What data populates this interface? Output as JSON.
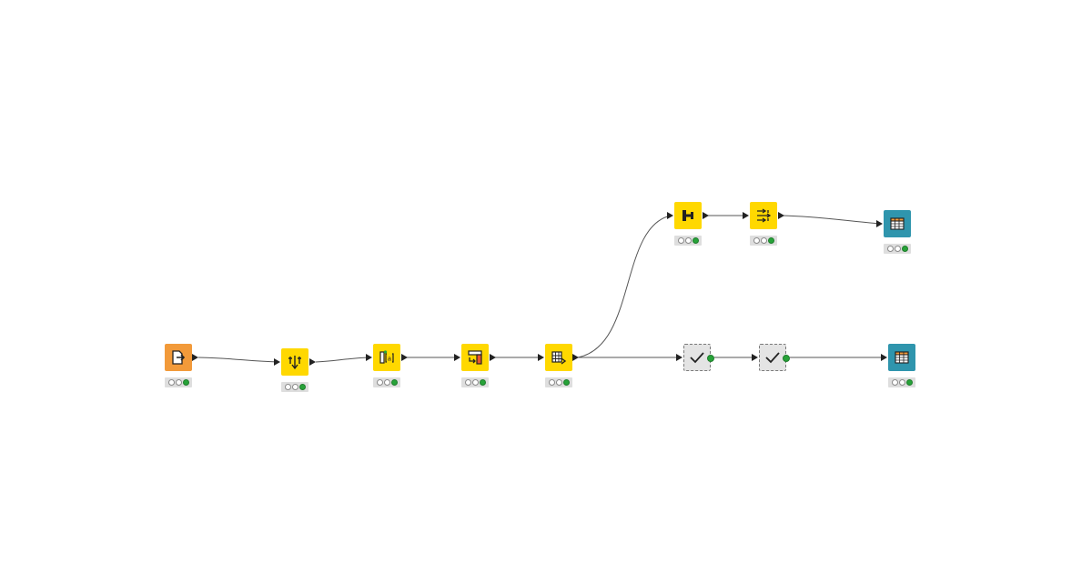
{
  "colors": {
    "source": "#f29a3a",
    "manipulator": "#ffd800",
    "visualizer": "#2f95ad",
    "metanode": "#e4e4e4",
    "status_green": "#27a339",
    "connection": "#555555"
  },
  "nodes": [
    {
      "id": "n1",
      "icon": "file-export-icon",
      "type": "source",
      "status": "executed"
    },
    {
      "id": "n2",
      "icon": "column-sort-icon",
      "type": "manip",
      "status": "executed"
    },
    {
      "id": "n3",
      "icon": "column-rename-icon",
      "type": "manip",
      "status": "executed"
    },
    {
      "id": "n4",
      "icon": "column-filter-icon",
      "type": "manip",
      "status": "executed"
    },
    {
      "id": "n5",
      "icon": "table-transform-icon",
      "type": "manip",
      "status": "executed"
    },
    {
      "id": "n6",
      "icon": "join-icon",
      "type": "manip",
      "status": "executed"
    },
    {
      "id": "n7",
      "icon": "row-filter-icon",
      "type": "manip",
      "status": "executed"
    },
    {
      "id": "n8",
      "icon": "table-view-icon",
      "type": "view",
      "status": "executed"
    },
    {
      "id": "n9",
      "icon": "checkmark-icon",
      "type": "meta",
      "status": "none"
    },
    {
      "id": "n10",
      "icon": "checkmark-icon",
      "type": "meta",
      "status": "none"
    },
    {
      "id": "n11",
      "icon": "table-view-icon",
      "type": "view",
      "status": "executed"
    }
  ],
  "connections": [
    [
      "n1",
      "n2"
    ],
    [
      "n2",
      "n3"
    ],
    [
      "n3",
      "n4"
    ],
    [
      "n4",
      "n5"
    ],
    [
      "n5",
      "n6"
    ],
    [
      "n6",
      "n7"
    ],
    [
      "n7",
      "n8"
    ],
    [
      "n5",
      "n9"
    ],
    [
      "n9",
      "n10"
    ],
    [
      "n10",
      "n11"
    ]
  ]
}
